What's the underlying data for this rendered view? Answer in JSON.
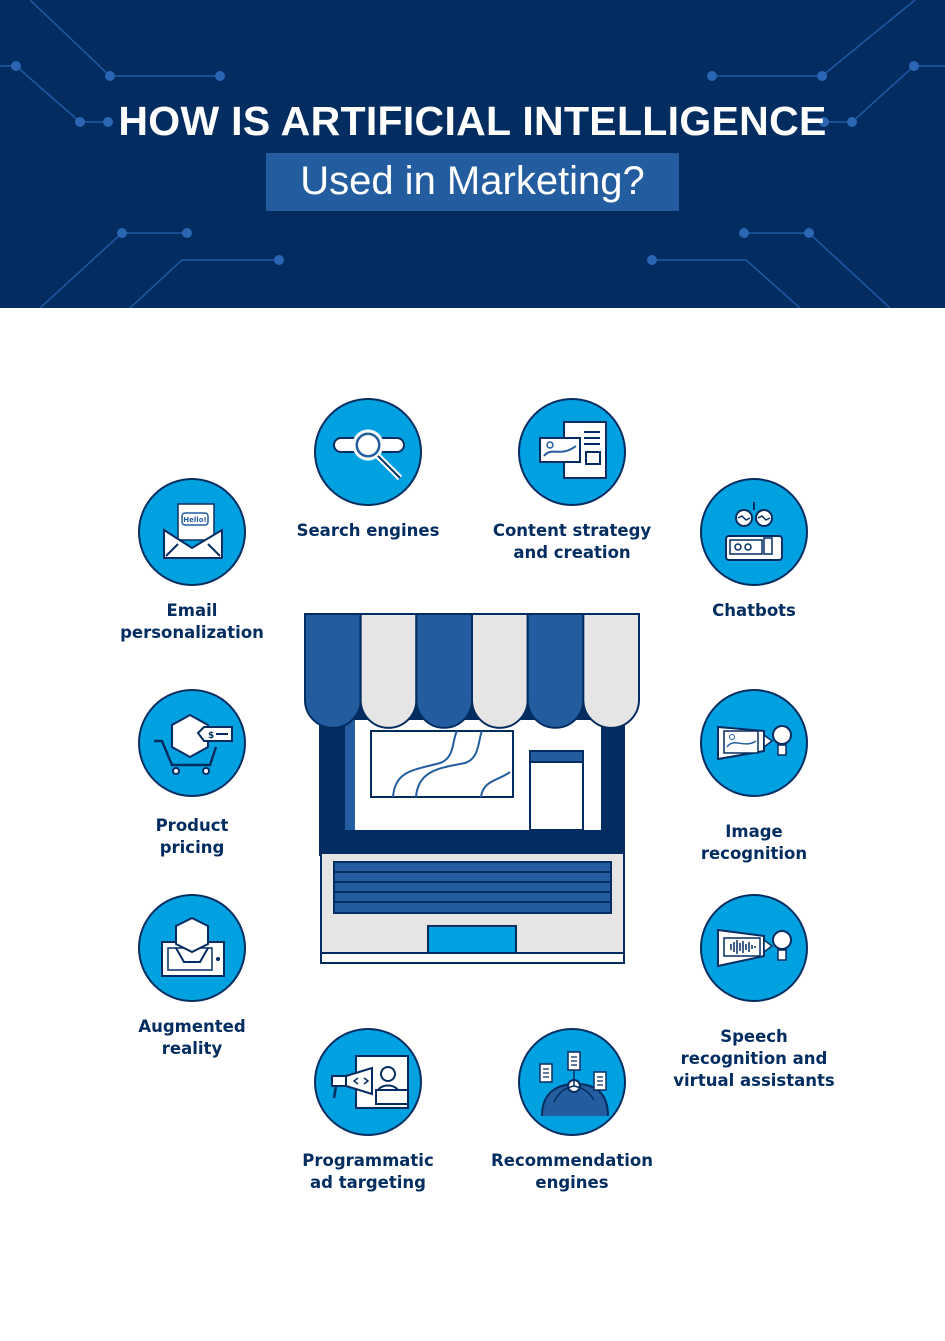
{
  "header": {
    "title": "HOW IS ARTIFICIAL INTELLIGENCE",
    "subtitle": "Used in Marketing?"
  },
  "colors": {
    "navy": "#032d60",
    "blue": "#235d9f",
    "cyan": "#00a1e0",
    "grey": "#e5e5e5"
  },
  "items": [
    {
      "id": "search",
      "label_lines": [
        "Search engines"
      ],
      "icon": "search-icon"
    },
    {
      "id": "content",
      "label_lines": [
        "Content strategy",
        "and creation"
      ],
      "icon": "document-icon"
    },
    {
      "id": "email",
      "label_lines": [
        "Email",
        "personalization"
      ],
      "icon": "envelope-icon",
      "icon_text": "Hello!"
    },
    {
      "id": "chatbots",
      "label_lines": [
        "Chatbots"
      ],
      "icon": "robot-icon"
    },
    {
      "id": "pricing",
      "label_lines": [
        "Product",
        "pricing"
      ],
      "icon": "cart-price-tag-icon",
      "icon_text": "$"
    },
    {
      "id": "image",
      "label_lines": [
        "Image",
        "recognition"
      ],
      "icon": "projector-image-icon"
    },
    {
      "id": "ar",
      "label_lines": [
        "Augmented",
        "reality"
      ],
      "icon": "tablet-cube-icon"
    },
    {
      "id": "speech",
      "label_lines": [
        "Speech",
        "recognition and",
        "virtual assistants"
      ],
      "icon": "sound-wave-icon"
    },
    {
      "id": "programmatic",
      "label_lines": [
        "Programmatic",
        "ad targeting"
      ],
      "icon": "megaphone-screen-icon"
    },
    {
      "id": "recommendation",
      "label_lines": [
        "Recommendation",
        "engines"
      ],
      "icon": "person-products-icon"
    }
  ]
}
